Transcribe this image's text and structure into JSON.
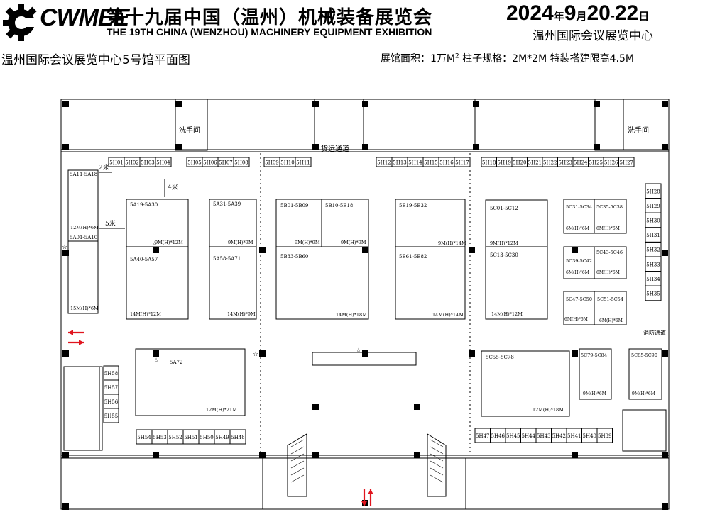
{
  "header": {
    "logo_text": "CWMEE",
    "title_cn": "第十九届中国（温州）机械装备展览会",
    "title_en": "THE 19TH CHINA (WENZHOU) MACHINERY EQUIPMENT EXHIBITION",
    "date_parts": [
      "2024",
      "年",
      "9",
      "月",
      "20",
      "-",
      "22",
      "日"
    ],
    "venue": "温州国际会议展览中心"
  },
  "subheader": {
    "plan_title": "温州国际会议展览中心5号馆平面图",
    "spec_prefix": "展馆面积：1万M",
    "spec_sup": "2",
    "spec_suffix": " 柱子规格：2M*2M  特装搭建限高4.5M"
  },
  "labels": {
    "cargo_passage": "货运通道",
    "fire_passage": "消防通道",
    "restroom_left": "洗手间",
    "restroom_right": "洗手间",
    "dim_2m": "2米",
    "dim_4m": "4米",
    "dim_5m": "5米"
  },
  "booth_rows": {
    "top_left": [
      "5H01",
      "5H02",
      "5H03",
      "5H04"
    ],
    "top_mid1": [
      "5H05",
      "5H06",
      "5H07",
      "5H08"
    ],
    "top_mid2": [
      "5H09",
      "5H10",
      "5H11"
    ],
    "top_mid3": [
      "5H12",
      "5H13",
      "5H14",
      "5H15",
      "5H16",
      "5H17"
    ],
    "top_right": [
      "5H18",
      "5H19",
      "5H20",
      "5H21",
      "5H22",
      "5H23",
      "5H24",
      "5H25",
      "5H26",
      "5H27"
    ],
    "right_col": [
      "5H28",
      "5H29",
      "5H30",
      "5H31",
      "5H32",
      "5H33",
      "5H34",
      "5H35"
    ],
    "left_col": [
      "5H58",
      "5H57",
      "5H56",
      "5H55"
    ],
    "bottom_left": [
      "5H54",
      "5H53",
      "5H52",
      "5H51",
      "5H50",
      "5H49",
      "5H48"
    ],
    "bottom_right": [
      "5H47",
      "5H46",
      "5H45",
      "5H44",
      "5H43",
      "5H42",
      "5H41",
      "5H40",
      "5H39"
    ]
  },
  "zones": {
    "a11_18": {
      "name": "5A11-5A18",
      "spec": "12M(H)*6M"
    },
    "a01_10": {
      "name": "5A01-5A10",
      "spec": "15M(H)*6M"
    },
    "a19_30": {
      "name": "5A19-5A30",
      "spec": "9M(H)*12M"
    },
    "a40_57": {
      "name": "5A40-5A57",
      "spec": "14M(H)*12M"
    },
    "a31_39": {
      "name": "5A31-5A39",
      "spec": "9M(H)*9M"
    },
    "a58_71": {
      "name": "5A58-5A71",
      "spec": "14M(H)*9M"
    },
    "b01_09": {
      "name": "5B01-5B09",
      "spec": "9M(H)*9M"
    },
    "b10_18": {
      "name": "5B10-5B18",
      "spec": "9M(H)*9M"
    },
    "b33_60": {
      "name": "5B33-5B60",
      "spec": "14M(H)*18M"
    },
    "b19_32": {
      "name": "5B19-5B32",
      "spec": "9M(H)*14M"
    },
    "b61_82": {
      "name": "5B61-5B82",
      "spec": "14M(H)*14M"
    },
    "c01_12": {
      "name": "5C01-5C12",
      "spec": "9M(H)*12M"
    },
    "c13_30": {
      "name": "5C13-5C30",
      "spec": "14M(H)*12M"
    },
    "c31_34": {
      "name": "5C31-5C34",
      "spec": "6M(H)*6M"
    },
    "c35_38": {
      "name": "5C35-5C38",
      "spec": "6M(H)*6M"
    },
    "c39_42": {
      "name": "5C39-5C42",
      "spec": "6M(H)*6M"
    },
    "c43_46": {
      "name": "5C43-5C46",
      "spec": "6M(H)*6M"
    },
    "c47_50": {
      "name": "5C47-5C50",
      "spec": "6M(H)*6M"
    },
    "c51_54": {
      "name": "5C51-5C54",
      "spec": "6M(H)*6M"
    },
    "a72": {
      "name": "5A72",
      "spec": "12M(H)*21M"
    },
    "c55_78": {
      "name": "5C55-5C78",
      "spec": "12M(H)*18M"
    },
    "c79_84": {
      "name": "5C79-5C84",
      "spec": "9M(H)*6M"
    },
    "c85_90": {
      "name": "5C85-5C90",
      "spec": "9M(H)*6M"
    }
  },
  "colors": {
    "arrow": "#e0141e",
    "line": "#000000"
  }
}
